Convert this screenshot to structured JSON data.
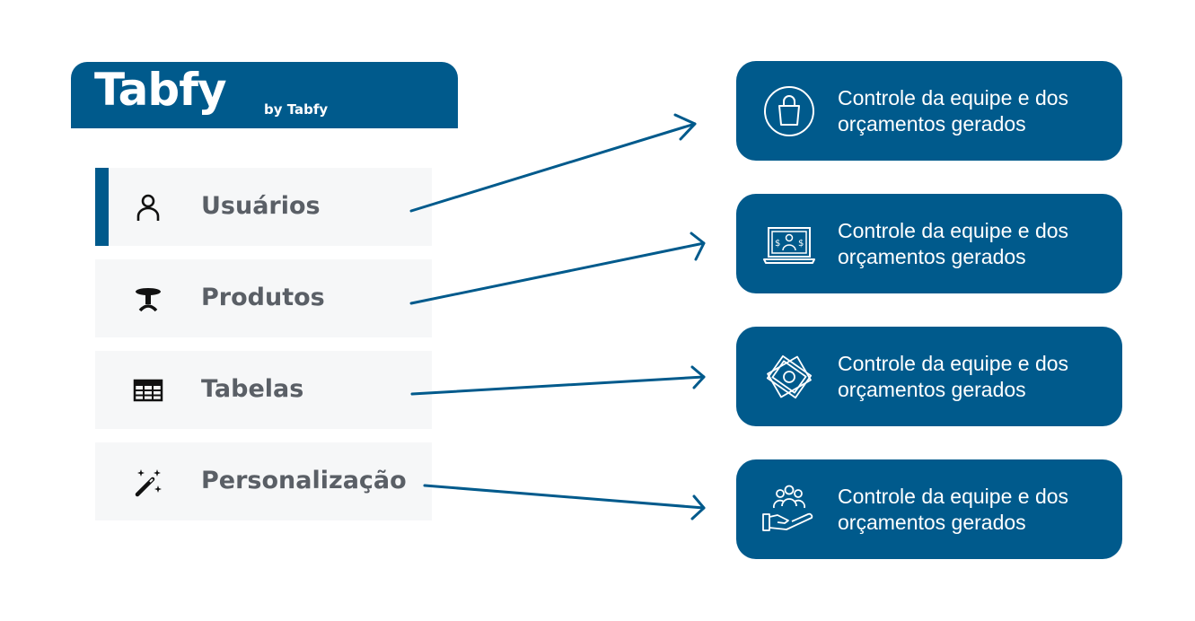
{
  "logo": {
    "name": "Tabfy",
    "sub": "by Tabfy"
  },
  "menu": [
    {
      "label": "Usuários",
      "icon": "user-icon",
      "active": true
    },
    {
      "label": "Produtos",
      "icon": "table-furniture-icon",
      "active": false
    },
    {
      "label": "Tabelas",
      "icon": "grid-table-icon",
      "active": false
    },
    {
      "label": "Personalização",
      "icon": "magic-wand-icon",
      "active": false
    }
  ],
  "cards": [
    {
      "line1": "Controle da equipe e dos",
      "line2": "orçamentos gerados",
      "icon": "shopping-bag-icon"
    },
    {
      "line1": "Controle da equipe e dos",
      "line2": "orçamentos gerados",
      "icon": "laptop-money-people-icon"
    },
    {
      "line1": "Controle da equipe e dos",
      "line2": "orçamentos gerados",
      "icon": "banknotes-icon"
    },
    {
      "line1": "Controle da equipe e dos",
      "line2": "orçamentos gerados",
      "icon": "hand-team-icon"
    }
  ],
  "colors": {
    "brand": "#005a8c",
    "menu_bg": "#f6f7f8",
    "label": "#5a5f66"
  }
}
